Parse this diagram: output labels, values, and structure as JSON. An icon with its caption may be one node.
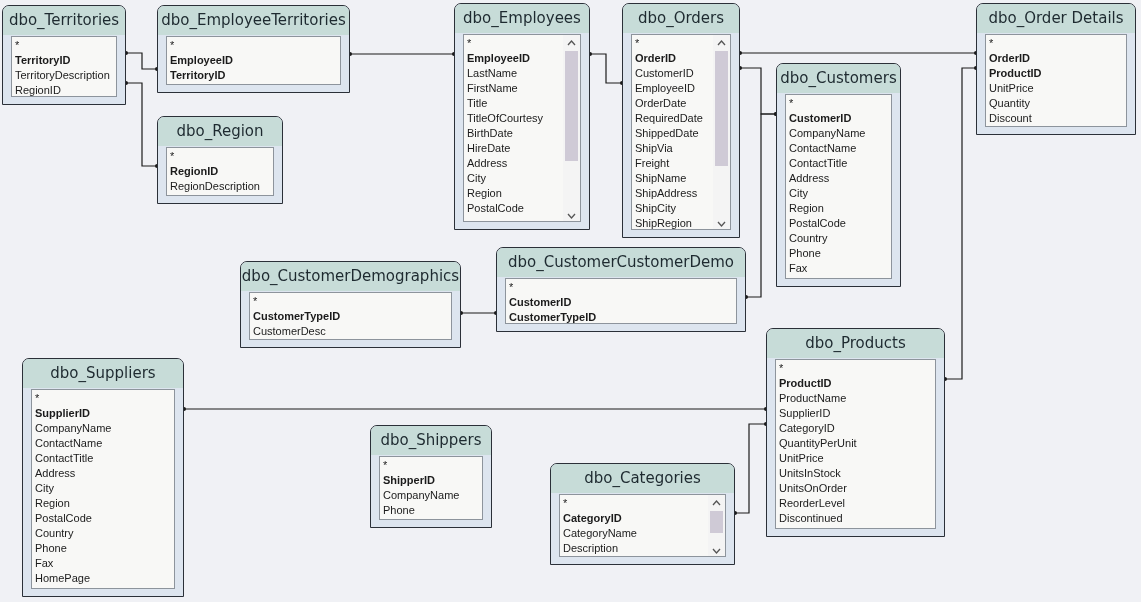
{
  "diagram": {
    "nodes": [
      {
        "text": [
          "dbo_Territories",
          "*",
          "**TerritoryID**",
          "TerritoryDescription",
          "RegionID"
        ]
      },
      {
        "text": [
          "dbo_EmployeeTerritories",
          "*",
          "**EmployeeID**",
          "**TerritoryID**"
        ]
      },
      {
        "text": [
          "dbo_Region",
          "*",
          "**RegionID**",
          "RegionDescription"
        ]
      },
      {
        "text": [
          "dbo_Employees",
          "*",
          "**EmployeeID**",
          "LastName",
          "FirstName",
          "Title",
          "TitleOfCourtesy",
          "BirthDate",
          "HireDate",
          "Address",
          "City",
          "Region",
          "PostalCode"
        ]
      },
      {
        "text": [
          "dbo_Orders",
          "*",
          "**OrderID**",
          "CustomerID",
          "EmployeeID",
          "OrderDate",
          "RequiredDate",
          "ShippedDate",
          "ShipVia",
          "Freight",
          "ShipName",
          "ShipAddress",
          "ShipCity",
          "ShipRegion"
        ]
      },
      {
        "text": [
          "dbo_Customers",
          "*",
          "**CustomerID**",
          "CompanyName",
          "ContactName",
          "ContactTitle",
          "Address",
          "City",
          "Region",
          "PostalCode",
          "Country",
          "Phone",
          "Fax"
        ]
      },
      {
        "text": [
          "dbo_Order Details",
          "*",
          "**OrderID**",
          "**ProductID**",
          "UnitPrice",
          "Quantity",
          "Discount"
        ]
      },
      {
        "text": [
          "dbo_CustomerDemographics",
          "*",
          "**CustomerTypeID**",
          "CustomerDesc"
        ]
      },
      {
        "text": [
          "dbo_CustomerCustomerDemo",
          "*",
          "**CustomerID**",
          "**CustomerTypeID**"
        ]
      },
      {
        "text": [
          "dbo_Suppliers",
          "*",
          "**SupplierID**",
          "CompanyName",
          "ContactName",
          "ContactTitle",
          "Address",
          "City",
          "Region",
          "PostalCode",
          "Country",
          "Phone",
          "Fax",
          "HomePage"
        ]
      },
      {
        "text": [
          "dbo_Shippers",
          "*",
          "**ShipperID**",
          "CompanyName",
          "Phone"
        ]
      },
      {
        "text": [
          "dbo_Categories",
          "*",
          "**CategoryID**",
          "CategoryName",
          "Description"
        ]
      },
      {
        "text": [
          "dbo_Products",
          "*",
          "**ProductID**",
          "ProductName",
          "SupplierID",
          "CategoryID",
          "QuantityPerUnit",
          "UnitPrice",
          "UnitsInStock",
          "UnitsOnOrder",
          "ReorderLevel",
          "Discontinued"
        ]
      }
    ],
    "edges": [
      {
        "from": 0,
        "to": 1,
        "arrow": "other"
      },
      {
        "from": 0,
        "to": 2,
        "arrow": "other"
      },
      {
        "from": 1,
        "to": 3,
        "arrow": "other"
      },
      {
        "from": 3,
        "to": 4,
        "arrow": "other"
      },
      {
        "from": 4,
        "to": 6,
        "arrow": "other"
      },
      {
        "from": 4,
        "to": 5,
        "arrow": "other"
      },
      {
        "from": 8,
        "to": 5,
        "arrow": "other"
      },
      {
        "from": 7,
        "to": 8,
        "arrow": "other"
      },
      {
        "from": 12,
        "to": 6,
        "arrow": "other"
      },
      {
        "from": 9,
        "to": 12,
        "arrow": "other"
      },
      {
        "from": 11,
        "to": 12,
        "arrow": "other"
      }
    ]
  }
}
